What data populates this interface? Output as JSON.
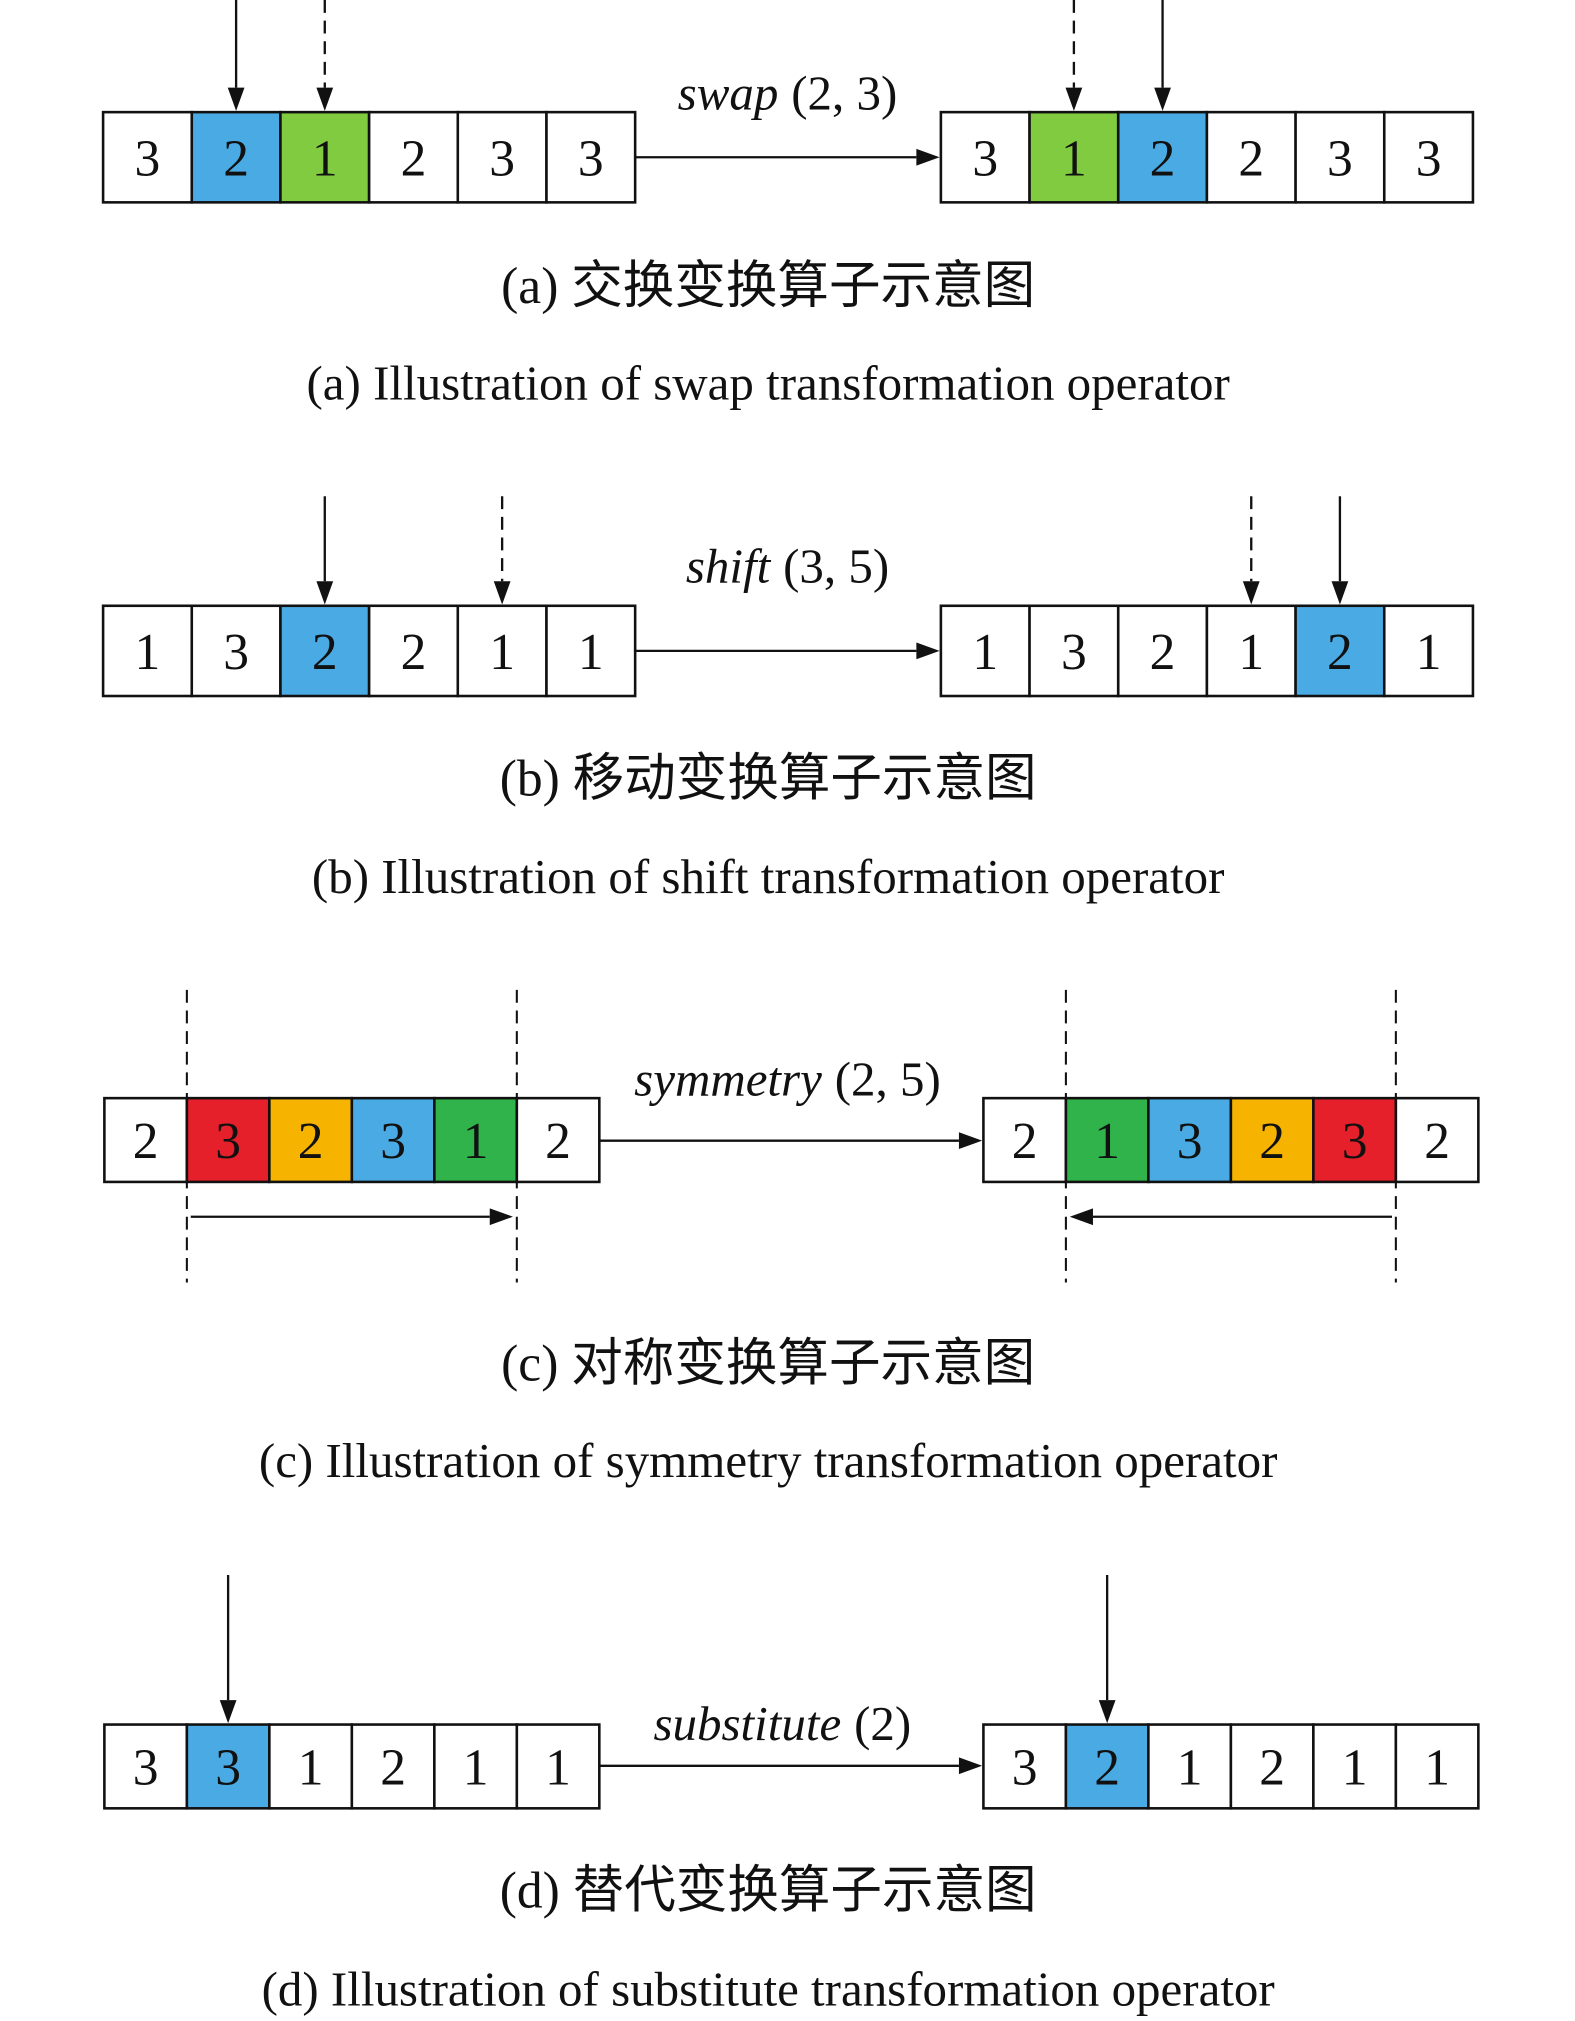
{
  "panels": [
    {
      "operator": {
        "name": "swap",
        "params": "(2, 3)"
      },
      "before": {
        "cells": [
          {
            "v": "3",
            "color": "#FFFFFF"
          },
          {
            "v": "2",
            "color": "#4AABE4"
          },
          {
            "v": "1",
            "color": "#80CB3F"
          },
          {
            "v": "2",
            "color": "#FFFFFF"
          },
          {
            "v": "3",
            "color": "#FFFFFF"
          },
          {
            "v": "3",
            "color": "#FFFFFF"
          }
        ],
        "pointers": [
          {
            "position": 2,
            "dashed": false
          },
          {
            "position": 3,
            "dashed": true
          }
        ]
      },
      "after": {
        "cells": [
          {
            "v": "3",
            "color": "#FFFFFF"
          },
          {
            "v": "1",
            "color": "#80CB3F"
          },
          {
            "v": "2",
            "color": "#4AABE4"
          },
          {
            "v": "2",
            "color": "#FFFFFF"
          },
          {
            "v": "3",
            "color": "#FFFFFF"
          },
          {
            "v": "3",
            "color": "#FFFFFF"
          }
        ],
        "pointers": [
          {
            "position": 2,
            "dashed": true
          },
          {
            "position": 3,
            "dashed": false
          }
        ]
      },
      "caption_zh": "(a) 交换变换算子示意图",
      "caption_en": "(a) Illustration of swap transformation operator"
    },
    {
      "operator": {
        "name": "shift",
        "params": "(3, 5)"
      },
      "before": {
        "cells": [
          {
            "v": "1",
            "color": "#FFFFFF"
          },
          {
            "v": "3",
            "color": "#FFFFFF"
          },
          {
            "v": "2",
            "color": "#4AABE4"
          },
          {
            "v": "2",
            "color": "#FFFFFF"
          },
          {
            "v": "1",
            "color": "#FFFFFF"
          },
          {
            "v": "1",
            "color": "#FFFFFF"
          }
        ],
        "pointers": [
          {
            "position": 3,
            "dashed": false
          },
          {
            "position": 5,
            "dashed": true
          }
        ]
      },
      "after": {
        "cells": [
          {
            "v": "1",
            "color": "#FFFFFF"
          },
          {
            "v": "3",
            "color": "#FFFFFF"
          },
          {
            "v": "2",
            "color": "#FFFFFF"
          },
          {
            "v": "1",
            "color": "#FFFFFF"
          },
          {
            "v": "2",
            "color": "#4AABE4"
          },
          {
            "v": "1",
            "color": "#FFFFFF"
          }
        ],
        "pointers": [
          {
            "position": 4,
            "dashed": true
          },
          {
            "position": 5,
            "dashed": false
          }
        ]
      },
      "caption_zh": "(b) 移动变换算子示意图",
      "caption_en": "(b) Illustration of shift transformation operator"
    },
    {
      "operator": {
        "name": "symmetry",
        "params": "(2, 5)"
      },
      "range": {
        "start": 2,
        "end": 5
      },
      "before": {
        "cells": [
          {
            "v": "2",
            "color": "#FFFFFF"
          },
          {
            "v": "3",
            "color": "#E6202A"
          },
          {
            "v": "2",
            "color": "#F6B400"
          },
          {
            "v": "3",
            "color": "#4AABE4"
          },
          {
            "v": "1",
            "color": "#2FB34A"
          },
          {
            "v": "2",
            "color": "#FFFFFF"
          }
        ],
        "pointers": [],
        "range_arrow_right": true
      },
      "after": {
        "cells": [
          {
            "v": "2",
            "color": "#FFFFFF"
          },
          {
            "v": "1",
            "color": "#2FB34A"
          },
          {
            "v": "3",
            "color": "#4AABE4"
          },
          {
            "v": "2",
            "color": "#F6B400"
          },
          {
            "v": "3",
            "color": "#E6202A"
          },
          {
            "v": "2",
            "color": "#FFFFFF"
          }
        ],
        "pointers": [],
        "range_arrow_right": false
      },
      "caption_zh": "(c) 对称变换算子示意图",
      "caption_en": "(c) Illustration of symmetry transformation operator"
    },
    {
      "operator": {
        "name": "substitute",
        "params": "(2)"
      },
      "before": {
        "cells": [
          {
            "v": "3",
            "color": "#FFFFFF"
          },
          {
            "v": "3",
            "color": "#4AABE4"
          },
          {
            "v": "1",
            "color": "#FFFFFF"
          },
          {
            "v": "2",
            "color": "#FFFFFF"
          },
          {
            "v": "1",
            "color": "#FFFFFF"
          },
          {
            "v": "1",
            "color": "#FFFFFF"
          }
        ],
        "pointers": [
          {
            "position": 2,
            "dashed": false
          }
        ]
      },
      "after": {
        "cells": [
          {
            "v": "3",
            "color": "#FFFFFF"
          },
          {
            "v": "2",
            "color": "#4AABE4"
          },
          {
            "v": "1",
            "color": "#FFFFFF"
          },
          {
            "v": "2",
            "color": "#FFFFFF"
          },
          {
            "v": "1",
            "color": "#FFFFFF"
          },
          {
            "v": "1",
            "color": "#FFFFFF"
          }
        ],
        "pointers": [
          {
            "position": 2,
            "dashed": false
          }
        ]
      },
      "caption_zh": "(d) 替代变换算子示意图",
      "caption_en": "(d) Illustration of substitute transformation operator"
    }
  ]
}
